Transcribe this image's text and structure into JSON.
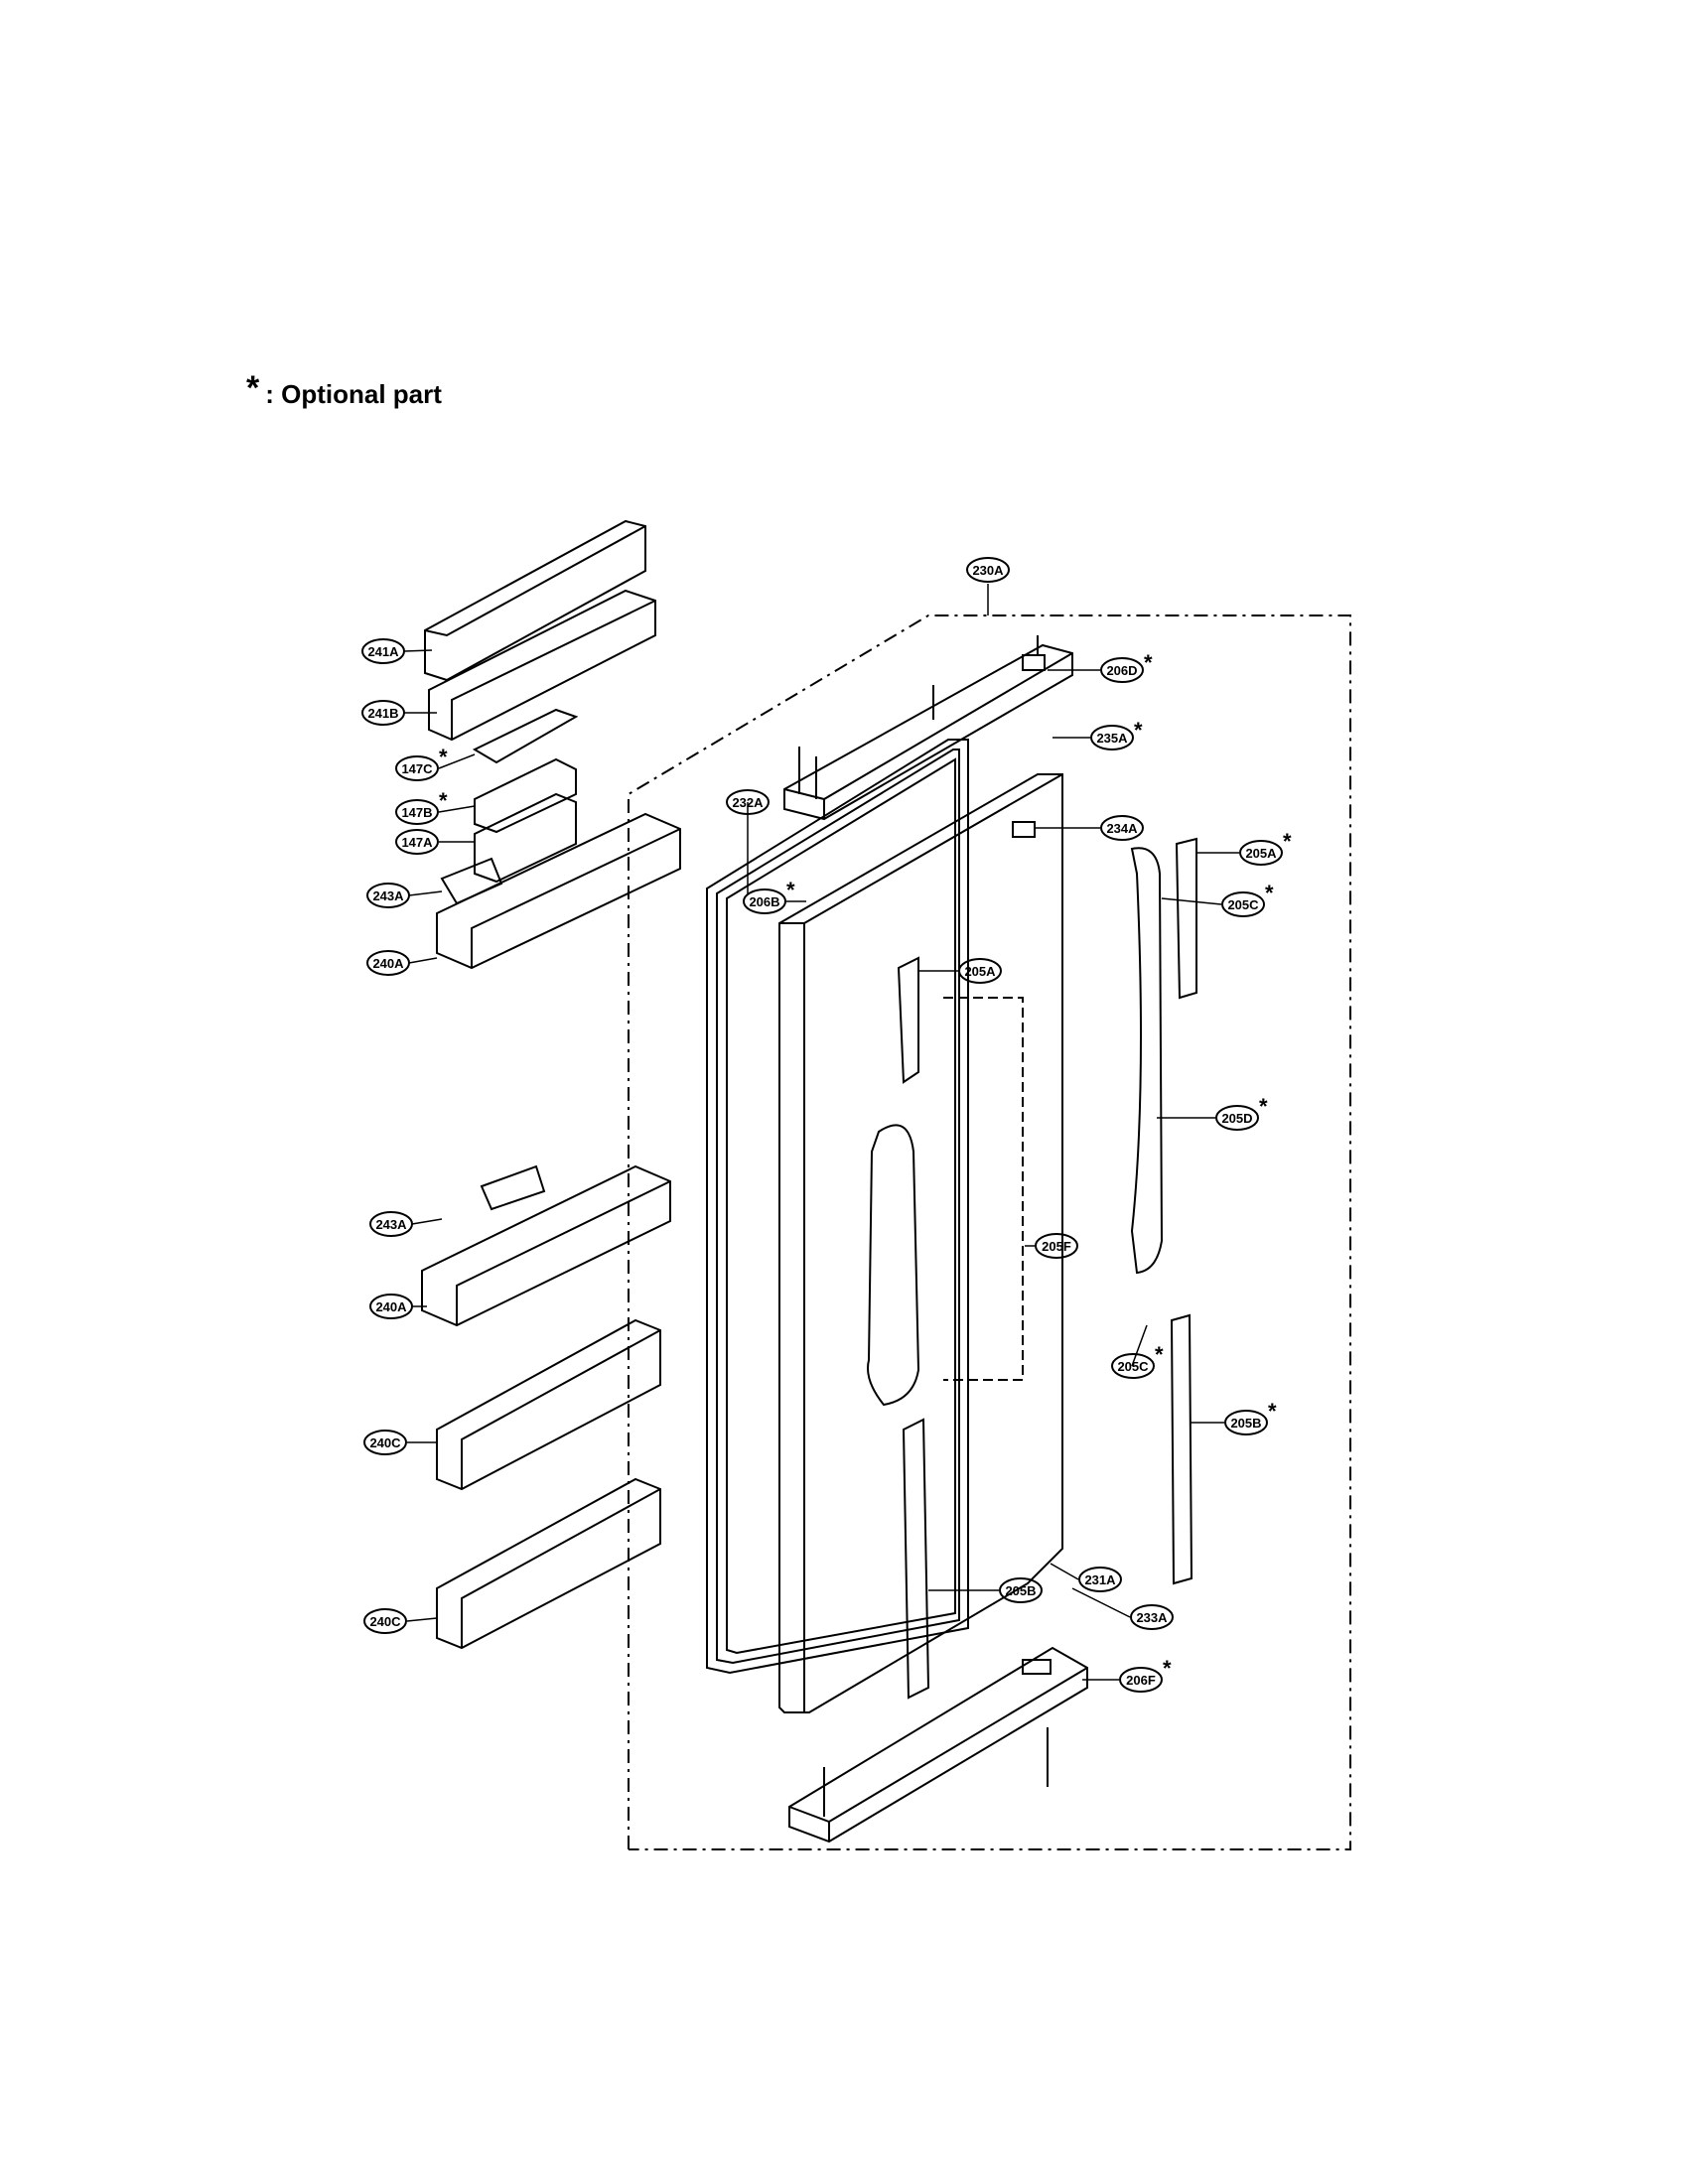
{
  "legend": {
    "symbol": "*",
    "text": ": Optional part"
  },
  "callouts": [
    {
      "id": "230A",
      "optional": false
    },
    {
      "id": "241A",
      "optional": false
    },
    {
      "id": "241B",
      "optional": false
    },
    {
      "id": "147C",
      "optional": true
    },
    {
      "id": "147B",
      "optional": true
    },
    {
      "id": "147A",
      "optional": false
    },
    {
      "id": "243A",
      "optional": false
    },
    {
      "id": "240A",
      "optional": false
    },
    {
      "id": "206D",
      "optional": true
    },
    {
      "id": "235A",
      "optional": true
    },
    {
      "id": "232A",
      "optional": false
    },
    {
      "id": "234A",
      "optional": false
    },
    {
      "id": "206B",
      "optional": true
    },
    {
      "id": "205A",
      "optional": true
    },
    {
      "id": "205C",
      "optional": true
    },
    {
      "id": "205A",
      "optional": false
    },
    {
      "id": "205D",
      "optional": true
    },
    {
      "id": "205F",
      "optional": false
    },
    {
      "id": "243A",
      "optional": false
    },
    {
      "id": "240A",
      "optional": false
    },
    {
      "id": "205C",
      "optional": true
    },
    {
      "id": "205B",
      "optional": true
    },
    {
      "id": "240C",
      "optional": false
    },
    {
      "id": "231A",
      "optional": false
    },
    {
      "id": "233A",
      "optional": false
    },
    {
      "id": "205B",
      "optional": false
    },
    {
      "id": "240C",
      "optional": false
    },
    {
      "id": "206F",
      "optional": true
    }
  ]
}
